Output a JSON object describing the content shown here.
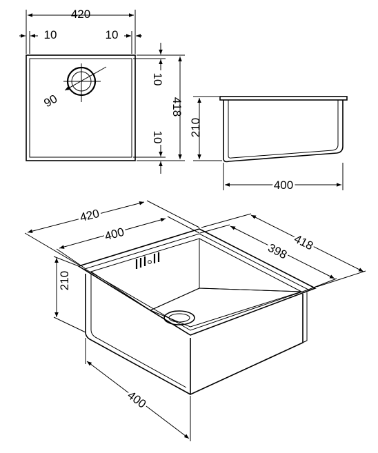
{
  "top_view": {
    "width": "420",
    "margin_left": "10",
    "margin_right": "10",
    "margin_top": "10",
    "margin_bottom": "10",
    "depth": "418",
    "drain_diameter": "90"
  },
  "side_view": {
    "height": "210",
    "bottom_width": "400"
  },
  "iso_view": {
    "outer_width": "420",
    "inner_width": "400",
    "outer_depth": "418",
    "inner_depth": "398",
    "height": "210",
    "bottom_length": "400"
  }
}
